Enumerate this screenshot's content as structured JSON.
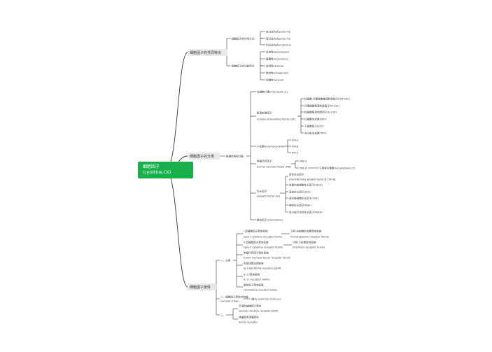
{
  "colors": {
    "root": "#17b04a",
    "branch": "#e9e9e9",
    "line": "#333333",
    "text": "#333333"
  },
  "root": {
    "line1": "细胞因子",
    "line2": "(cytokine,CK)"
  },
  "nodes": {
    "b1": "细胞因子的共同特点",
    "b1_1": "细胞因子的作用方式",
    "b1_1_1": "自分泌方式autocrine",
    "b1_1_2": "旁分泌方式paracrine",
    "b1_1_3": "内分泌方式endocrine",
    "b1_2": "细胞因子的功能特点",
    "b1_2_1": "多效性pleiotropism",
    "b1_2_2": "重叠性redundancy",
    "b1_2_3": "协同性synergy",
    "b1_2_4": "拮抗性antagonism",
    "b1_2_5": "网络性network",
    "b2": "细胞因子的分类",
    "b2_1": "根据结构和功能",
    "il": "白细胞介素(interleukin,IL)",
    "csf_1": "集落刺激因子",
    "csf_2": "(colony-stimulating factor,CSF)",
    "csf_a": "粒细胞-巨噬细胞集落刺激因子(GM-CSF)",
    "csf_b": "巨噬细胞集落刺激因子(M-CSF)",
    "csf_c": "粒细胞集落刺激因子(G-CSF)",
    "csf_d": "红细胞生成素(EPO)",
    "csf_e": "干细胞因子(SCF)",
    "csf_f": "血小板生成素(TPO)",
    "ifn": "干扰素(interferon,IFN)",
    "ifn_a": "IFN-α",
    "ifn_b": "IFN-β",
    "ifn_g": "IFN-γ",
    "tnf_1": "肿瘤坏死因子",
    "tnf_2": "(tumor necrosis factor,TNF)",
    "tnf_a": "TNF-α",
    "tnf_b": "TNF-β",
    "lt": "又称淋巴毒素(lymphotoxin,LT)",
    "gf_1": "生长因子",
    "gf_2": "(growth factor,GF)",
    "tgf_1": "转化生长因子",
    "tgf_2": "(transforming growth factor-β,TGF-β)",
    "vegf": "血管内皮细胞生长因子(VEGF)",
    "egf": "表皮生长因子(EGF)",
    "fgf": "成纤维细胞生长因子(FGF)",
    "ngf": "神经生长因子(NGF)",
    "pdgf": "血小板衍生的生长因子(PDGF)",
    "chemokine": "趋化因子(chemokine)",
    "b3": "细胞因子受体",
    "c1": "一、分类",
    "r1_1": "I 型细胞因子受体家族",
    "r1_2": "type I cytokine receptor family",
    "r1n_1": "又称:血细胞生成素受体家族",
    "r1n_2": "hematopoietin receptor family",
    "r2_1": "II 型细胞因子受体家族",
    "r2_2": "type II cytokine receptor family",
    "r2n_1": "又称:干扰素受体家族",
    "r2n_2": "interferon receptor family",
    "r3_1": "肿瘤坏死因子受体家族",
    "r3_2": "tumor necrosis factor receptor family",
    "r4_1": "免疫球蛋白超家族",
    "r4_2": "Ig superfamily receptor,IgSFR",
    "r5_1": "IL-17受体家族",
    "r5_2": "IL-17 receptor family",
    "r6_1": "趋化因子受体家族",
    "r6_2": "chemokine receptor family",
    "c2_1": "二、细胞因子受体共有链",
    "c2_2": "common chain",
    "c2n": "γ链(γ common chain,γc)",
    "c3": "三、",
    "s1_1": "可溶性细胞因子受体",
    "s1_2": "soluble cytokine receptor,sCKR",
    "s2_1": "诱骗受体诱骗受体",
    "s2_2": "decoy receptor"
  }
}
